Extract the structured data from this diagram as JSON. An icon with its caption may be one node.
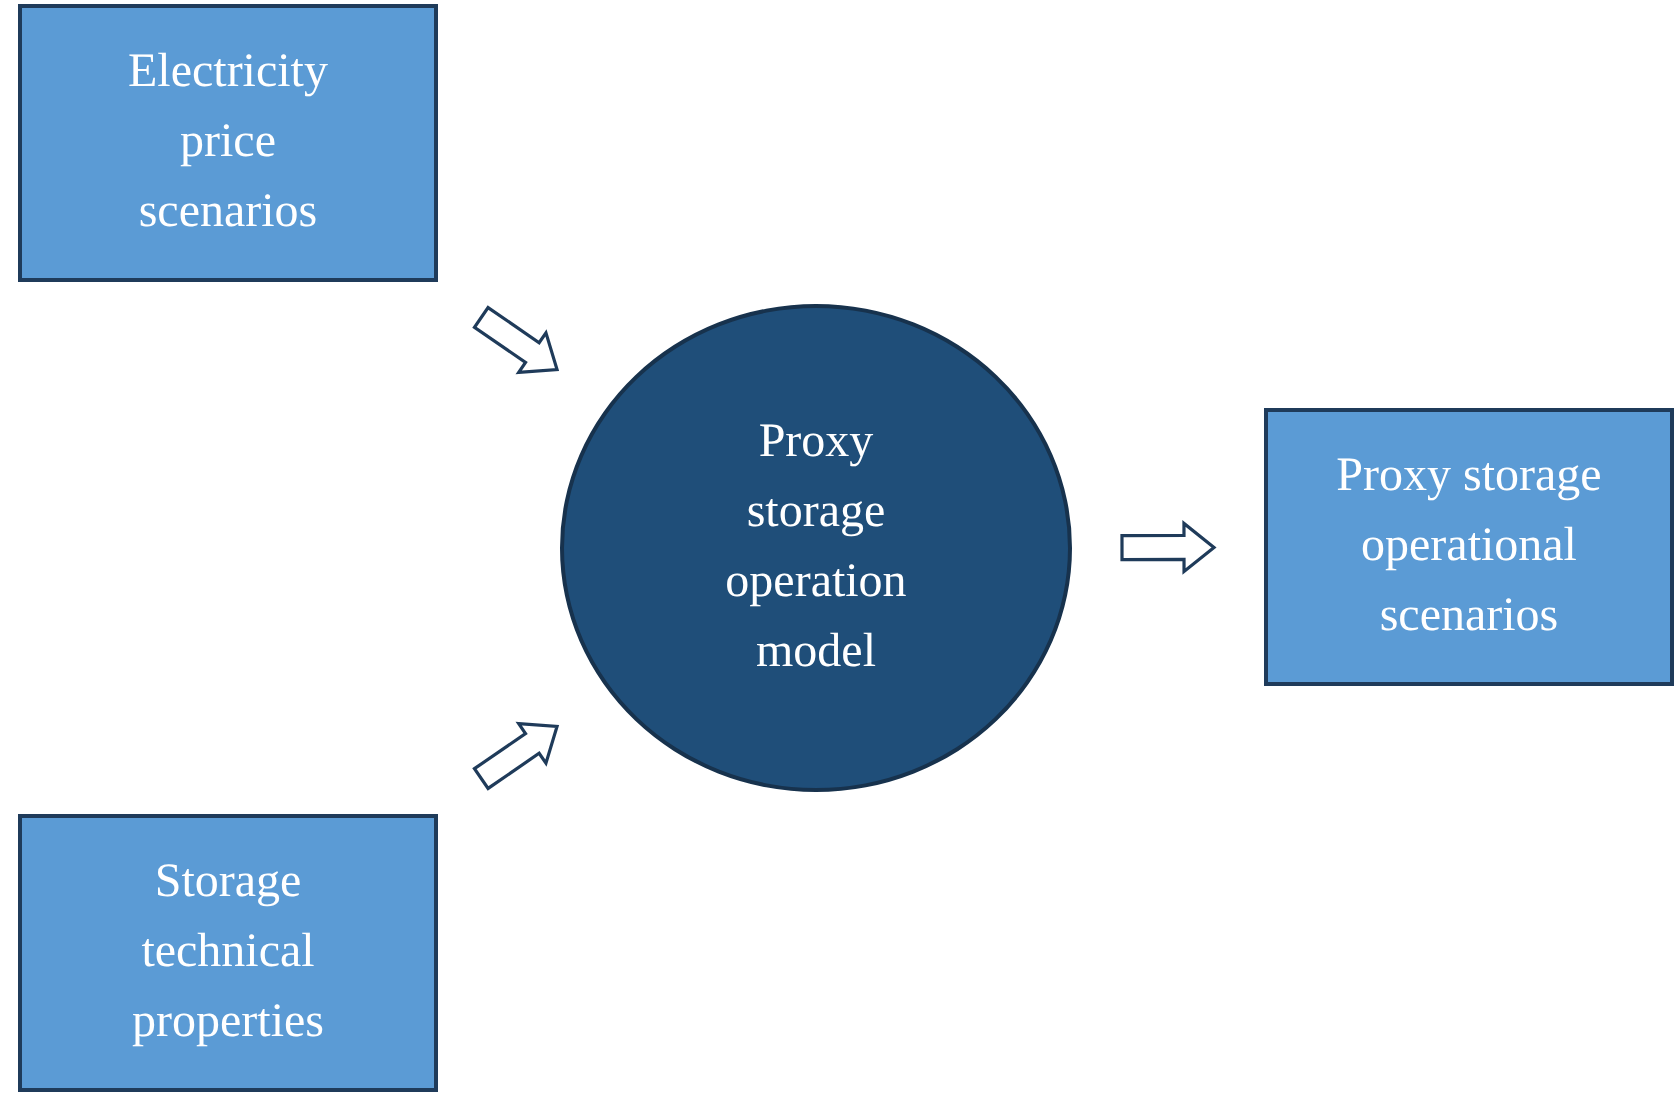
{
  "diagram": {
    "nodes": [
      {
        "text": [
          "Electricity price scenarios"
        ]
      },
      {
        "text": [
          "Storage technical properties"
        ]
      },
      {
        "text": [
          "Proxy storage operation model"
        ]
      },
      {
        "text": [
          "Proxy storage operational scenarios"
        ]
      }
    ],
    "edges": [
      {
        "from": 0,
        "to": 2,
        "arrow": "to"
      },
      {
        "from": 1,
        "to": 2,
        "arrow": "to"
      },
      {
        "from": 2,
        "to": 3,
        "arrow": "to"
      }
    ]
  }
}
